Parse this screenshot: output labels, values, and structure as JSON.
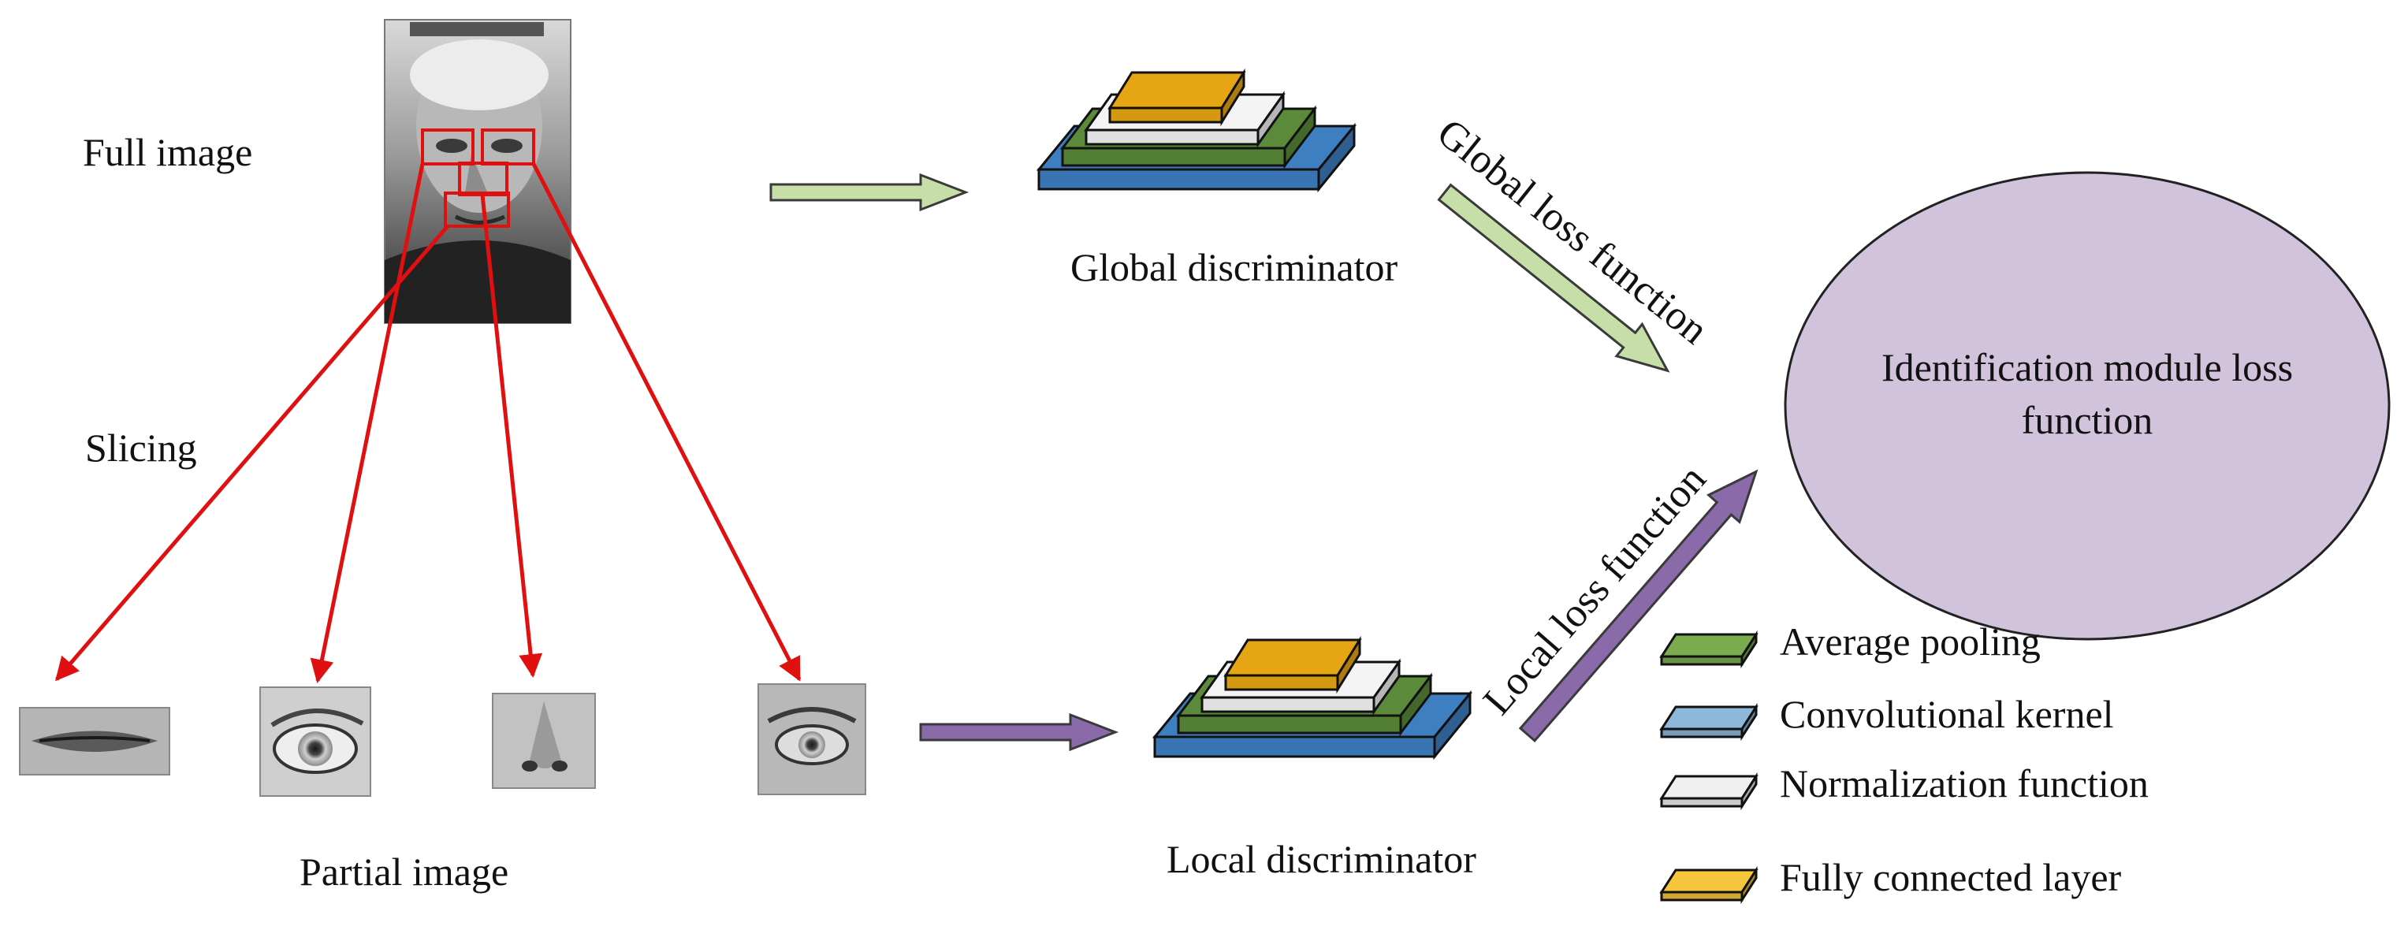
{
  "labels": {
    "full_image": "Full image",
    "slicing": "Slicing",
    "partial_image": "Partial image",
    "global_discriminator": "Global discriminator",
    "local_discriminator": "Local discriminator",
    "global_loss": "Global loss function",
    "local_loss": "Local loss function",
    "identification_line1": "Identification module loss",
    "identification_line2": "function"
  },
  "legend": [
    {
      "label": "Average pooling",
      "color": "#7aab4f"
    },
    {
      "label": "Convolutional kernel",
      "color": "#8db8da"
    },
    {
      "label": "Normalization function",
      "color": "#f0f0f0"
    },
    {
      "label": "Fully connected layer",
      "color": "#f6c63d"
    }
  ],
  "colors": {
    "slice_arrow": "#e01010",
    "global_arrow": "#c6dfa8",
    "local_arrow": "#8a6aa8",
    "ellipse_fill": "#d2c3dc",
    "layer_blue": "#3e7fc1",
    "layer_green": "#5a8a3a",
    "layer_white": "#f4f4f4",
    "layer_orange": "#e6a512"
  }
}
